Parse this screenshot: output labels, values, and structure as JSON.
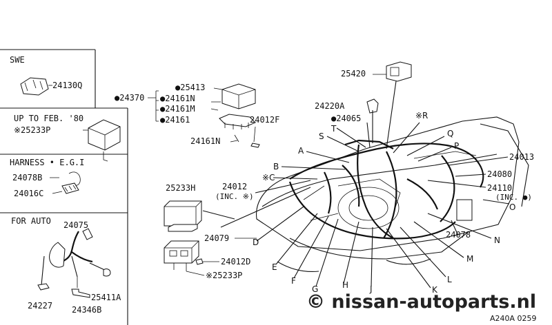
{
  "left_panel": {
    "swe": {
      "title": "SWE",
      "part": "24130Q"
    },
    "up_to_feb": {
      "title": "UP TO FEB. '80",
      "part": "※25233P"
    },
    "harness": {
      "title": "HARNESS • E.G.I",
      "parts": [
        "24078B",
        "24016C"
      ]
    },
    "for_auto": {
      "title": "FOR AUTO",
      "parts": [
        "24075",
        "25411A",
        "24227",
        "24346B"
      ]
    }
  },
  "callouts": {
    "p24370": "●24370",
    "p25413": "●25413",
    "p24161N_a": "●24161N",
    "p24161M": "●24161M",
    "p24161": "●24161",
    "p24012F": "24012F",
    "p24161N_b": "24161N",
    "p25420": "25420",
    "p24220A": "24220A",
    "p24065": "●24065",
    "pR": "※R",
    "pQ": "Q",
    "pP": "P",
    "pS": "S",
    "pT": "T",
    "pA": "A",
    "pB": "B",
    "pC": "※C",
    "p24013": "24013",
    "p24080": "24080",
    "p24110": "24110",
    "p24110_note": "(INC. ●)",
    "pO": "O",
    "p24012": "24012",
    "p24012_note": "(INC. ※)",
    "p25233H": "25233H",
    "p24079": "24079",
    "p24078": "24078",
    "pN": "N",
    "pM": "M",
    "pL": "L",
    "pK": "K",
    "pJ": "J",
    "pH": "H",
    "pG": "G",
    "pF": "F",
    "pE": "E",
    "pD": "D",
    "p24012D": "24012D",
    "p25233P": "※25233P"
  },
  "watermark": "© nissan-autoparts.nl",
  "diagram_code": "A240A 0259"
}
